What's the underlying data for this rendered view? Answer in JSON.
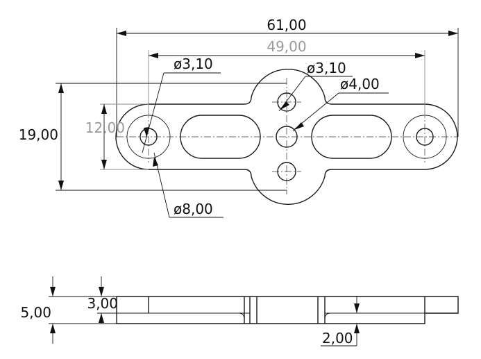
{
  "drawing": {
    "top_view": {
      "overall_length": "61,00",
      "hole_spacing": "49,00",
      "overall_height": "19,00",
      "end_height": "12,00",
      "end_hole_dia": "ø3,10",
      "center_hole_dia": "ø3,10",
      "center_hole_large_dia": "ø4,00",
      "end_boss_dia": "ø8,00"
    },
    "side_view": {
      "total_thickness": "5,00",
      "flange_thickness": "3,00",
      "plate_thickness": "2,00"
    }
  }
}
